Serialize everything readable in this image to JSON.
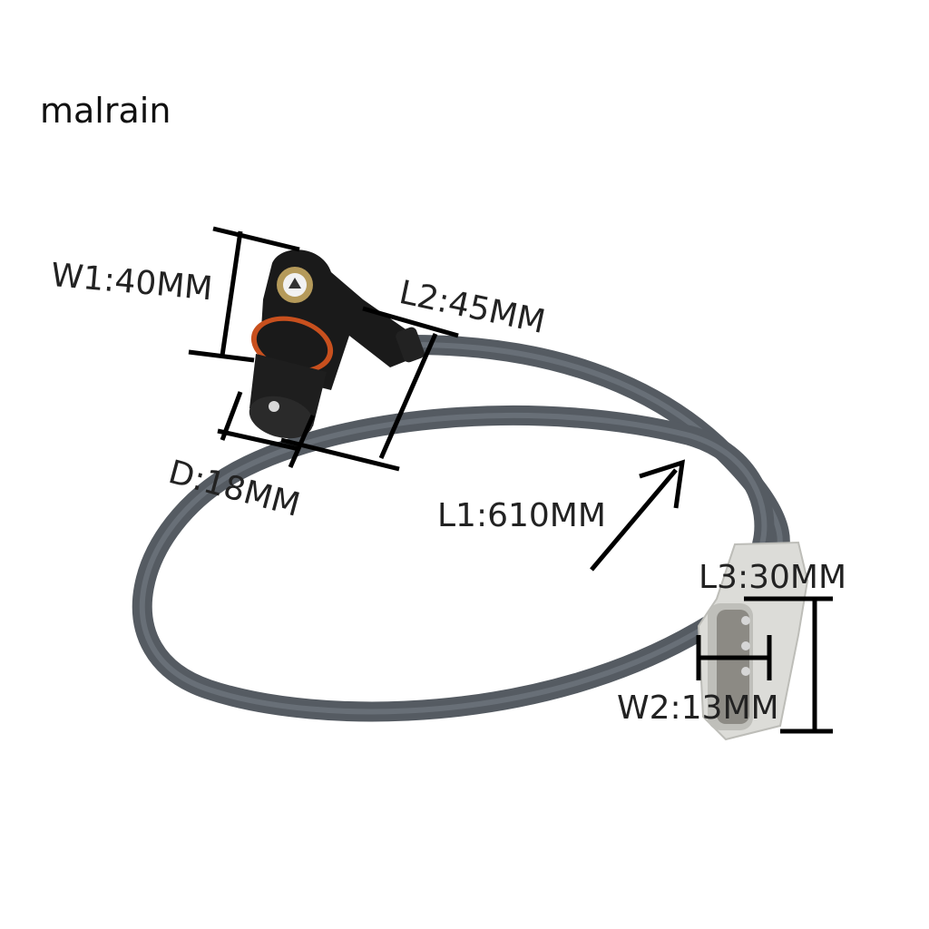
{
  "brand": {
    "text": "malrain"
  },
  "dimensions": {
    "w1": "W1:40MM",
    "l2": "L2:45MM",
    "d": "D:18MM",
    "l1": "L1:610MM",
    "l3": "L3:30MM",
    "w2": "W2:13MM"
  },
  "colors": {
    "background": "#ffffff",
    "cable": "#5b6168",
    "cable_highlight": "#7b838b",
    "sensor_body": "#1a1a1a",
    "o_ring": "#c8501e",
    "connector": "#dcdcd8",
    "dimension_lines": "#000000"
  }
}
